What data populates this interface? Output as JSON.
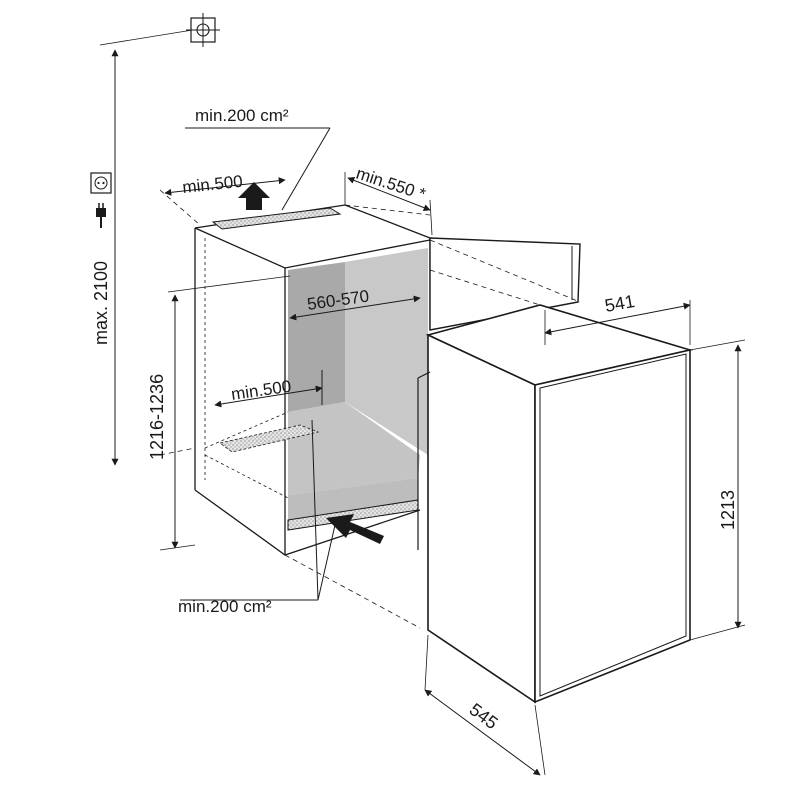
{
  "labels": {
    "top_vent_area": "min.200 cm²",
    "top_depth": "min.500",
    "door_clearance": "min.550 *",
    "niche_width": "560-570",
    "bottom_depth": "min.500",
    "niche_height": "1216-1236",
    "max_height": "max. 2100",
    "bottom_vent_area": "min.200 cm²",
    "appliance_width": "541",
    "appliance_height": "1213",
    "appliance_depth": "545"
  },
  "icons": [
    "level-icon",
    "power-socket-icon",
    "power-plug-icon",
    "airflow-arrow-icon"
  ],
  "colors": {
    "line": "#1a1a1a",
    "niche_interior": "#c8c8c8",
    "niche_back": "#a9a9a9"
  }
}
